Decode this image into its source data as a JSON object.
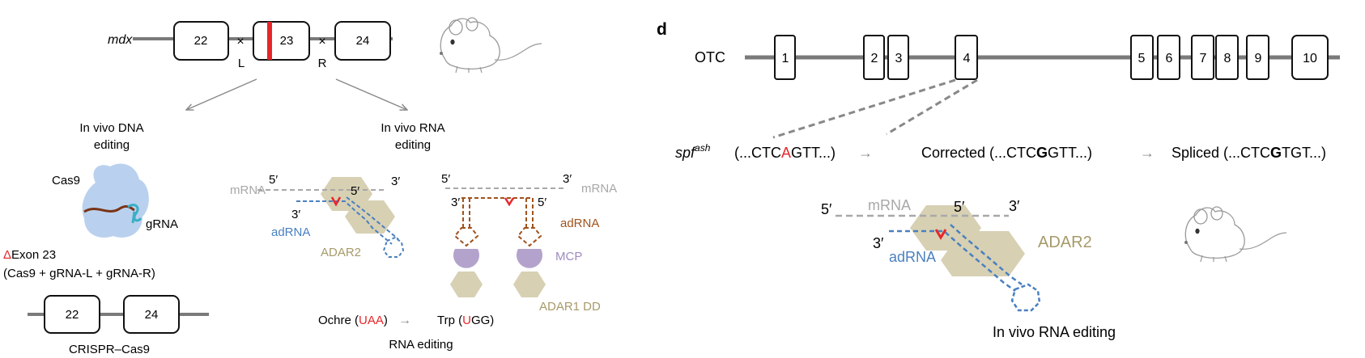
{
  "left": {
    "gene_label": "mdx",
    "exons": [
      "22",
      "23",
      "24"
    ],
    "junctions": [
      "L",
      "R"
    ],
    "dna_branch": {
      "line1": "In vivo DNA",
      "line2": "editing"
    },
    "rna_branch": {
      "line1": "In vivo RNA",
      "line2": "editing"
    },
    "cas9_label": "Cas9",
    "grna_label": "gRNA",
    "delta_symbol": "Δ",
    "delta_text": "Exon 23",
    "cas9_components": "(Cas9 + gRNA-L + gRNA-R)",
    "edited_exons": [
      "22",
      "24"
    ],
    "crispr_label": "CRISPR–Cas9",
    "strand_5": "5′",
    "strand_3": "3′",
    "mrna_label": "mRNA",
    "adrna_label": "adRNA",
    "adar2_label": "ADAR2",
    "mcp_label": "MCP",
    "adar1_label": "ADAR1 DD",
    "ochre_prefix": "Ochre (",
    "ochre_codon": "UAA",
    "ochre_suffix": ")",
    "trp_prefix": "Trp (",
    "trp_red": "U",
    "trp_rest": "GG)",
    "arrow_glyph": "→",
    "rna_editing_label": "RNA editing"
  },
  "right": {
    "panel_letter": "d",
    "gene_label": "OTC",
    "exons": [
      "1",
      "2",
      "3",
      "4",
      "5",
      "6",
      "7",
      "8",
      "9",
      "10"
    ],
    "spf_base": "spf",
    "spf_sup": "ash",
    "seq_orig_prefix": "(...CTC",
    "seq_orig_mut": "A",
    "seq_orig_suffix": "GTT...)",
    "arrow_glyph": "→",
    "corrected_prefix": "Corrected (...CTC",
    "corrected_base": "G",
    "corrected_suffix": "GTT...)",
    "spliced_prefix": "Spliced (...CTC",
    "spliced_base": "G",
    "spliced_suffix": "TGT...)",
    "strand_5": "5′",
    "strand_3": "3′",
    "mrna_label": "mRNA",
    "adrna_label": "adRNA",
    "adar2_label": "ADAR2",
    "caption": "In vivo RNA editing"
  },
  "colors": {
    "red": "#e8262a",
    "brown": "#a0521d",
    "blue": "#4a80c0",
    "tan": "#d7d0b3",
    "tan_text": "#a69a6a",
    "purple": "#b3a3cc",
    "purple_text": "#9e8cc0",
    "cas9_blue": "#b9d1ee",
    "teal": "#3aaec4",
    "gray": "#a8a8a8"
  }
}
